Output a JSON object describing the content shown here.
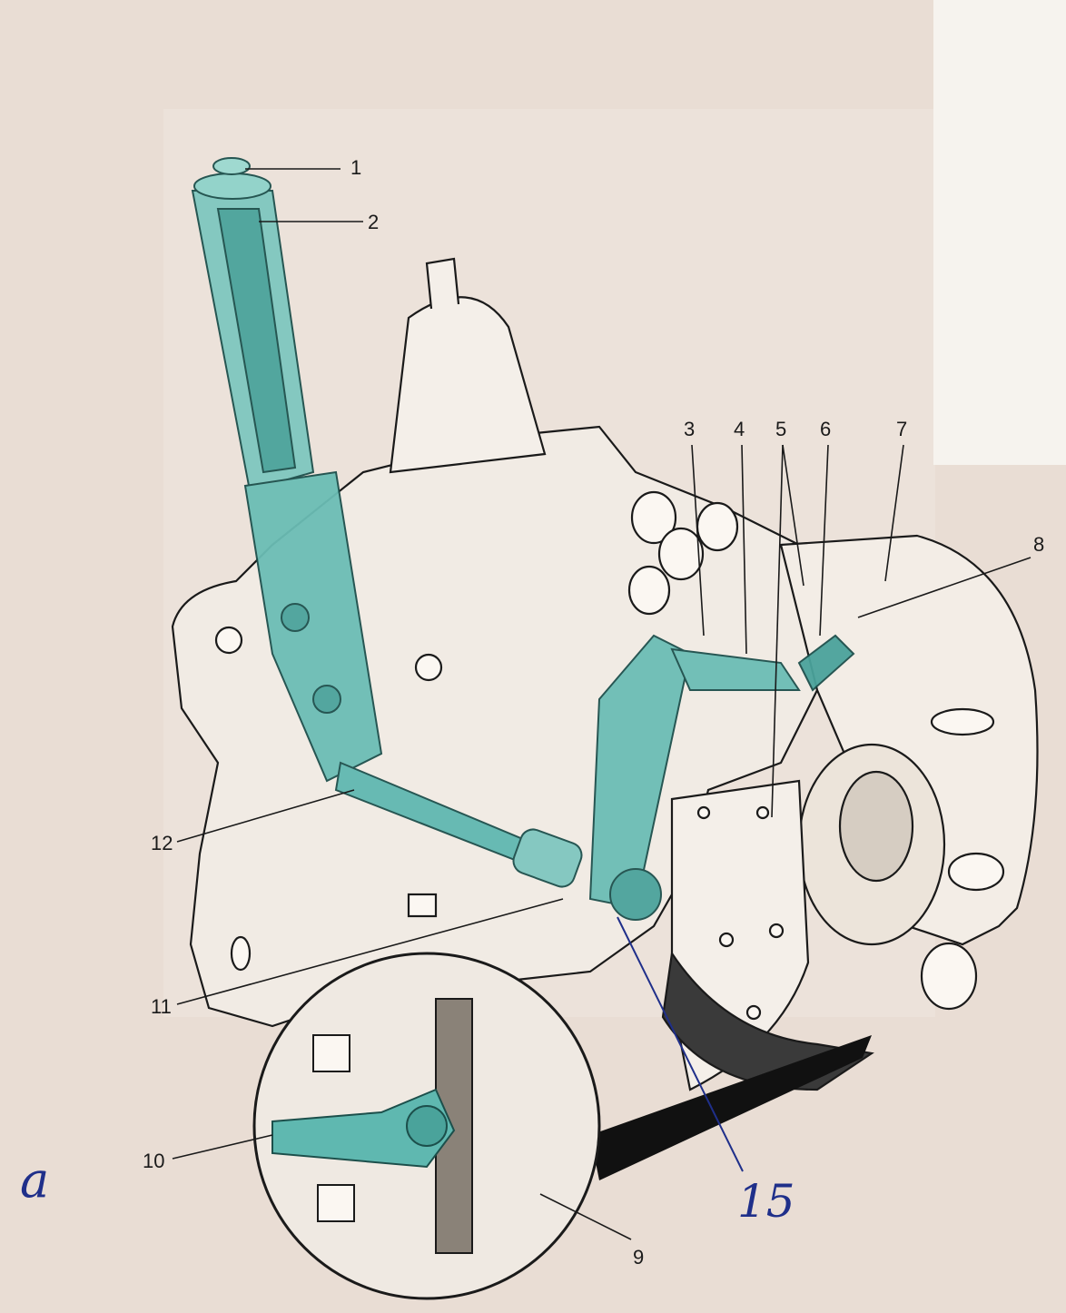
{
  "colors": {
    "paper": "#e9ddd4",
    "paper_light": "#f3ece6",
    "panel": "#f6f3ee",
    "ink": "#1a1a1a",
    "highlight": "#5fb8b0",
    "highlight_dark": "#2a6f6a",
    "pen_blue": "#1f2f8a"
  },
  "callouts": {
    "n1": "1",
    "n2": "2",
    "n3": "3",
    "n4": "4",
    "n5": "5",
    "n6": "6",
    "n7": "7",
    "n8": "8",
    "n9": "9",
    "n10": "10",
    "n11": "11",
    "n12": "12"
  },
  "handwritten": {
    "figure_letter": "a",
    "added_number": "15"
  }
}
